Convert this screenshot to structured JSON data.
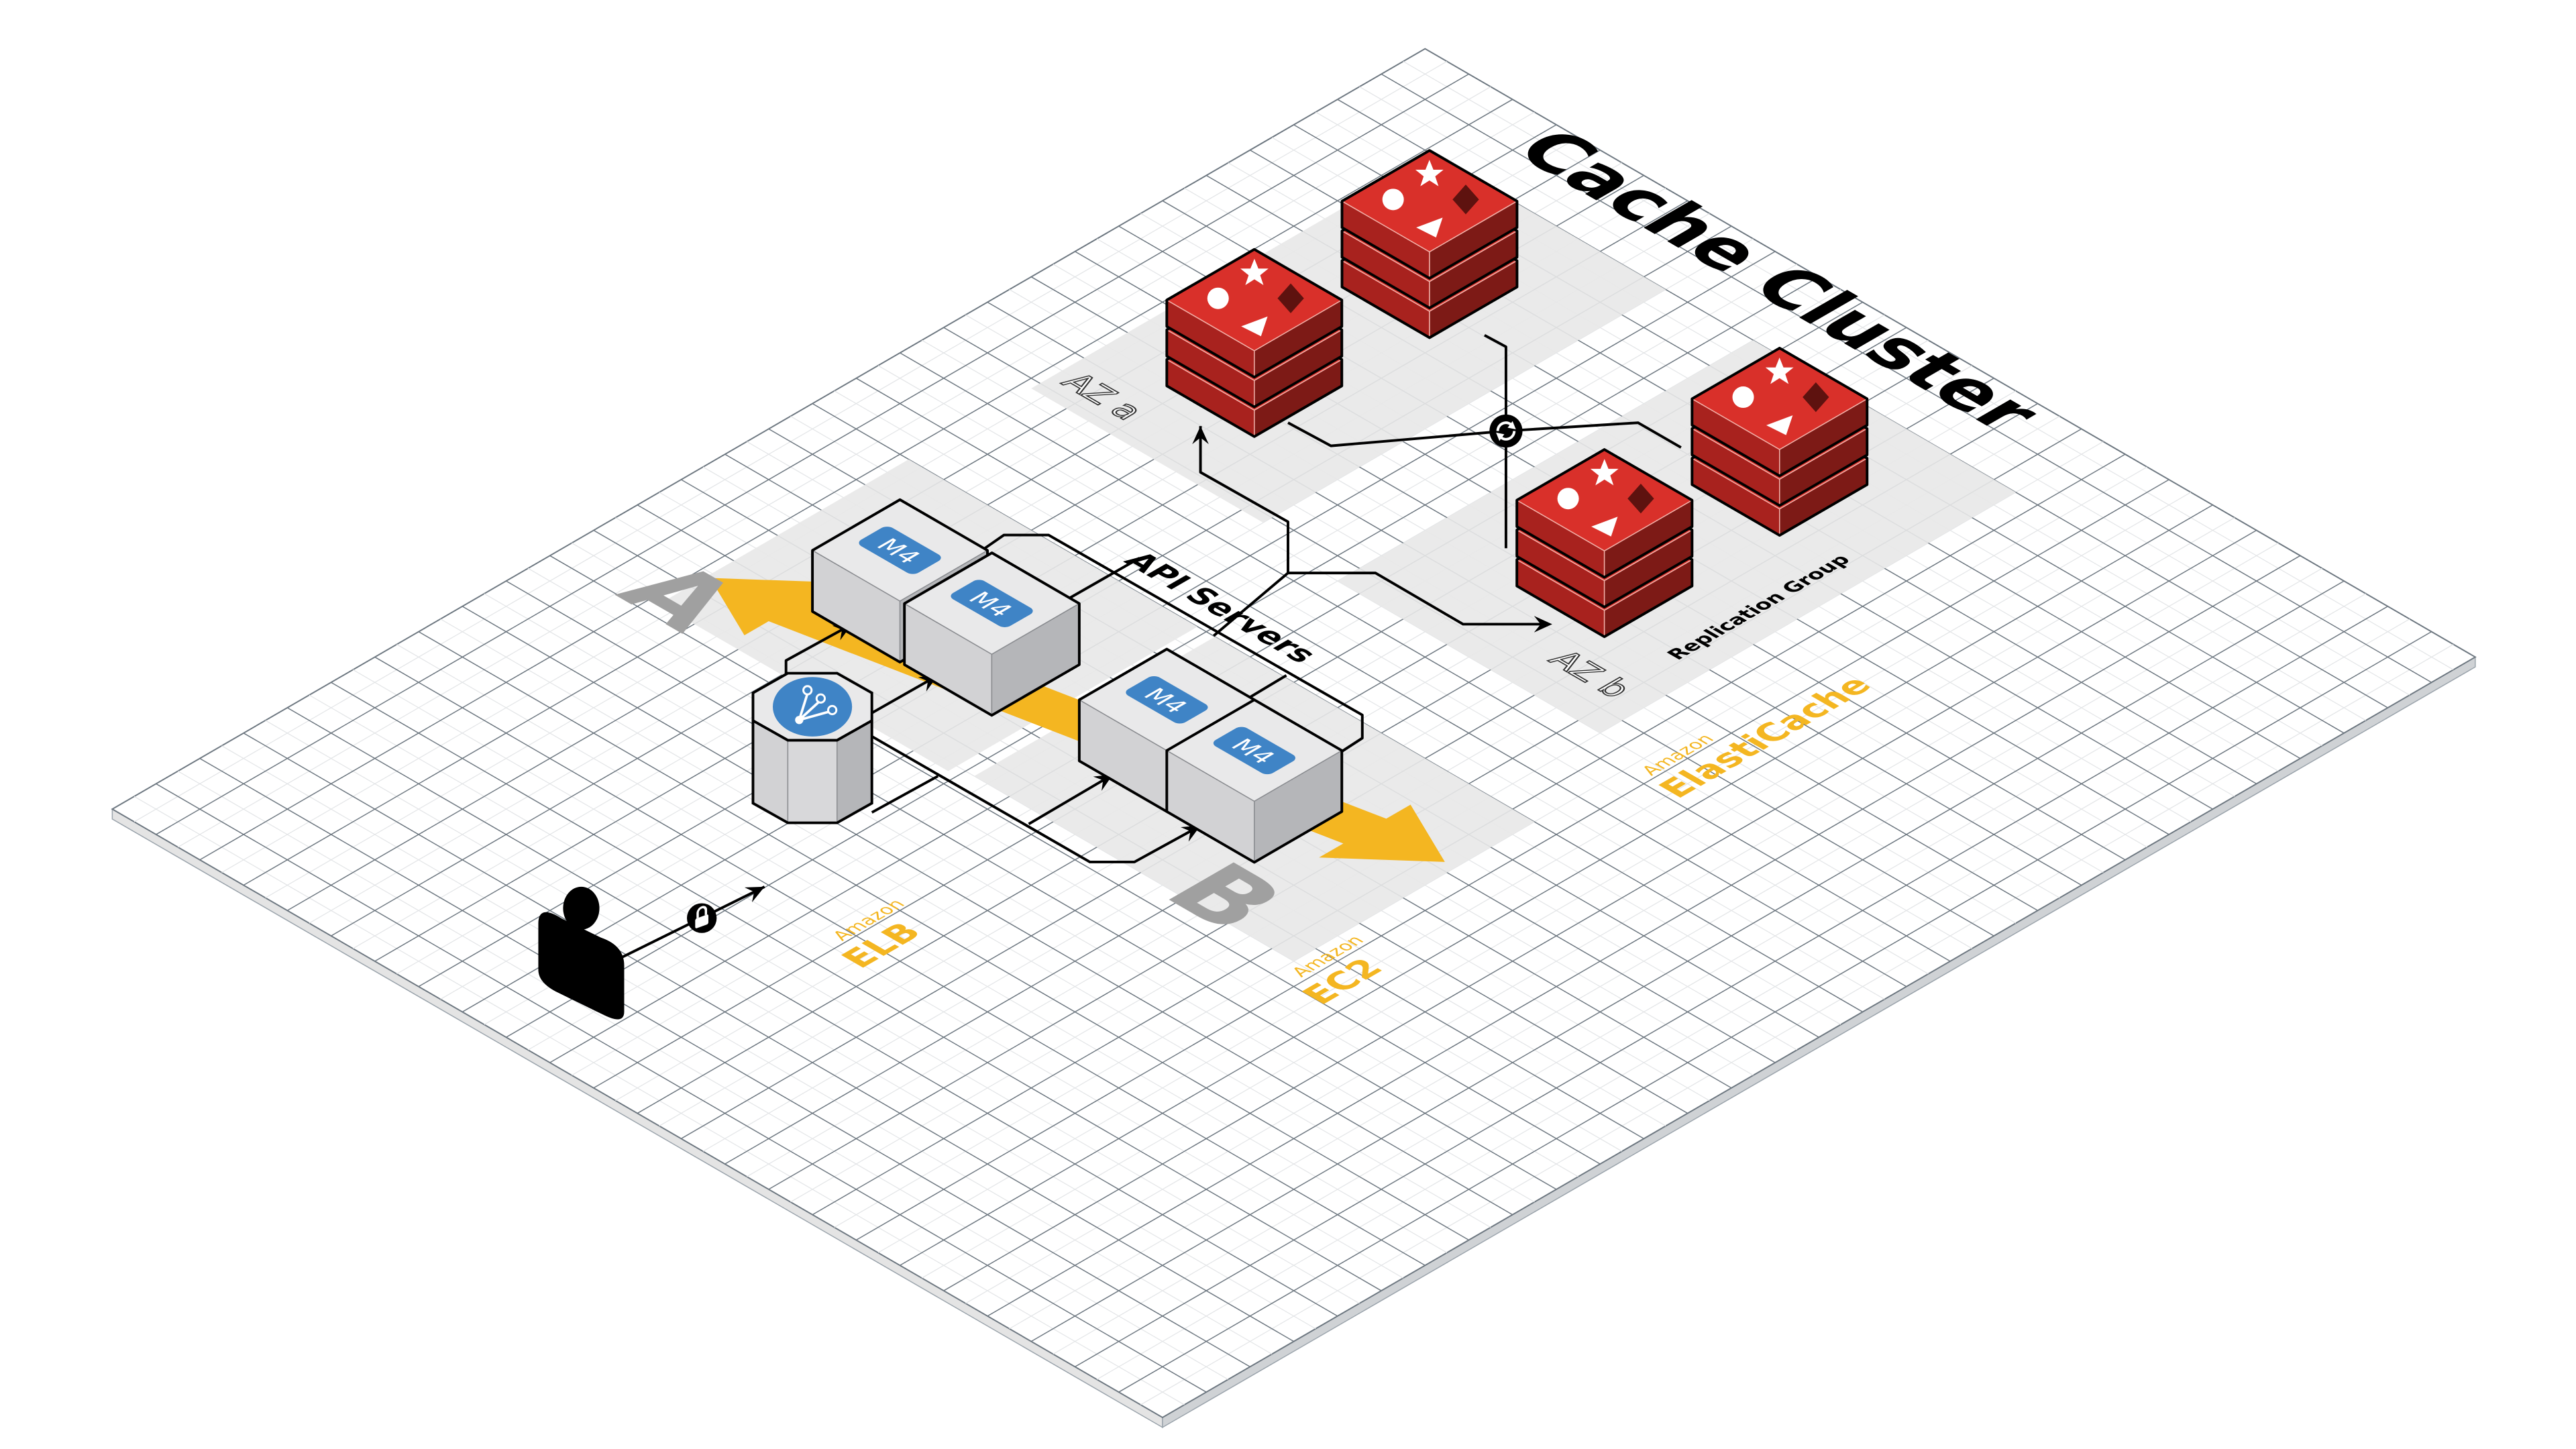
{
  "title": "Cache Cluster",
  "labels": {
    "api_servers": "API Servers",
    "replication_group": "Replication Group",
    "zone_a": "A",
    "zone_b": "B",
    "az_a": "AZ a",
    "az_b": "AZ b",
    "elb_vendor": "Amazon",
    "elb_name": "ELB",
    "ec2_vendor": "Amazon",
    "ec2_name": "EC2",
    "elasticache_vendor": "Amazon",
    "elasticache_name": "ElastiCache"
  },
  "ec2_instances": [
    {
      "type": "M4",
      "zone": "A"
    },
    {
      "type": "M4",
      "zone": "A"
    },
    {
      "type": "M4",
      "zone": "B"
    },
    {
      "type": "M4",
      "zone": "B"
    }
  ],
  "cache_nodes": [
    {
      "zone": "AZ a"
    },
    {
      "zone": "AZ a"
    },
    {
      "zone": "AZ b"
    },
    {
      "zone": "AZ b"
    }
  ],
  "icons": {
    "user": "user-icon",
    "lock": "lock-icon",
    "load_balancer": "load-balancer-icon",
    "replication": "sync-icon"
  },
  "colors": {
    "accent": "#f4b621",
    "redis_top": "#d9302a",
    "redis_left": "#a8221e",
    "redis_right": "#7d1a16",
    "ec2_badge": "#3f84c6",
    "zone": "#e8e8e8",
    "zone_letter": "#a0a0a0"
  }
}
